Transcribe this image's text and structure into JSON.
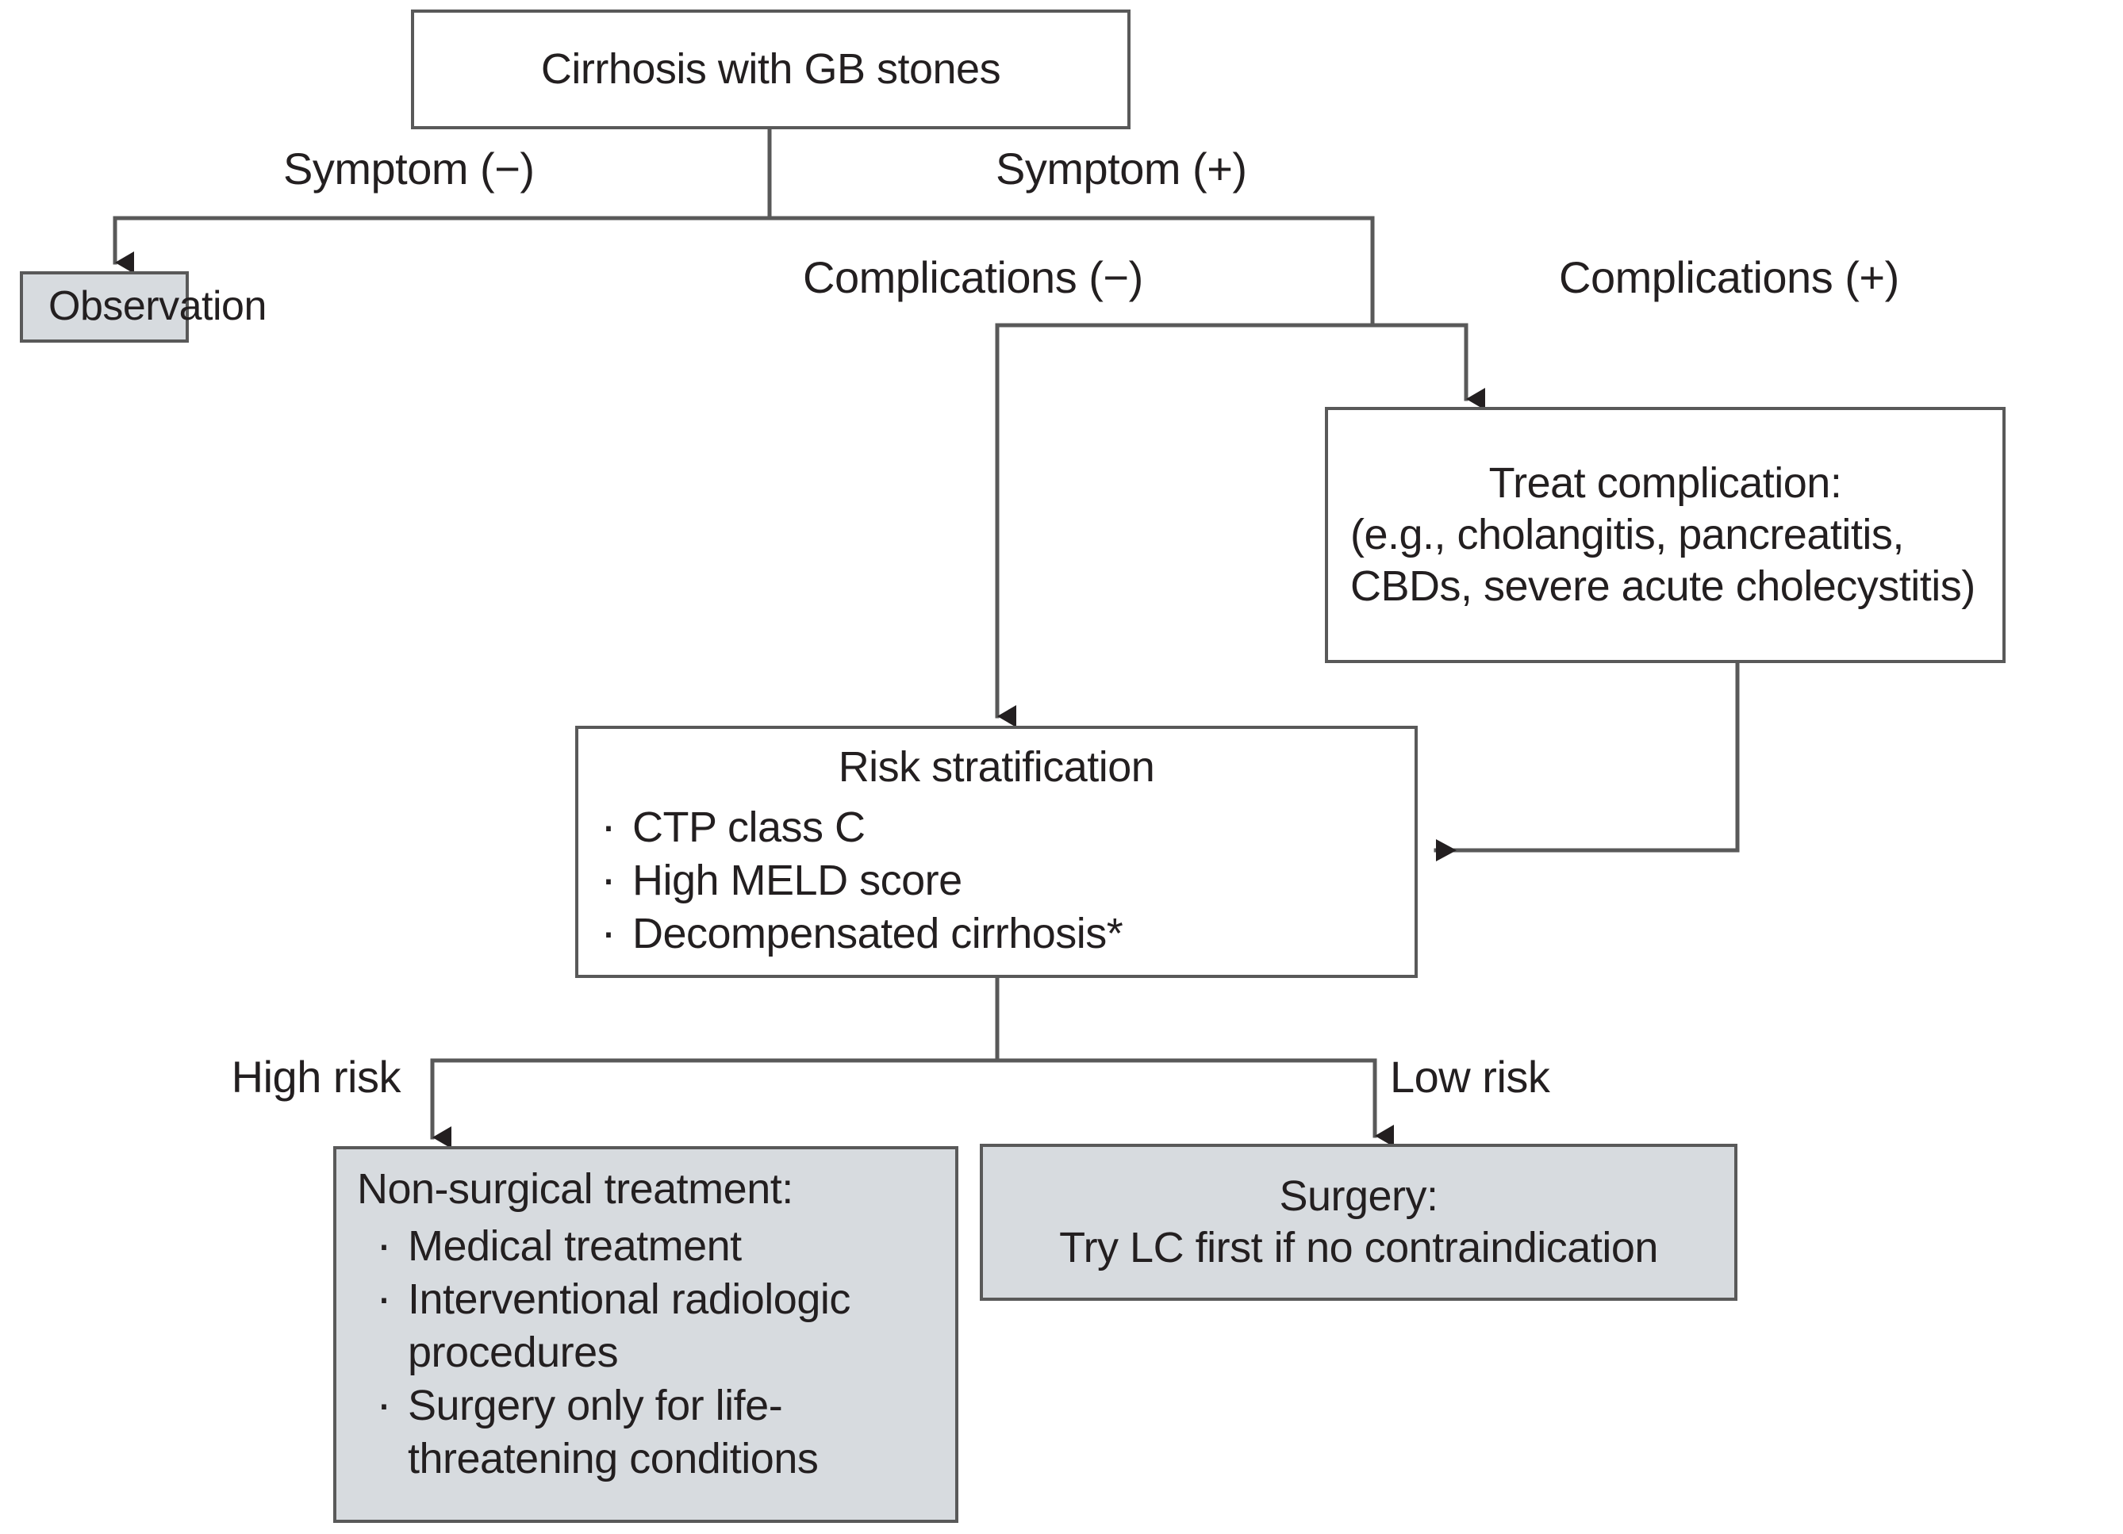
{
  "diagram": {
    "title": "Management algorithm for cirrhosis with gallbladder stones",
    "nodes": {
      "root": {
        "label": "Cirrhosis with GB stones"
      },
      "observation": {
        "label": "Observation"
      },
      "treat_complication": {
        "title": "Treat complication:",
        "line1": "(e.g., cholangitis, pancreatitis,",
        "line2": "CBDs, severe acute cholecystitis)"
      },
      "risk_stratification": {
        "title": "Risk stratification",
        "bullets": [
          "CTP class C",
          "High MELD score",
          "Decompensated cirrhosis*"
        ]
      },
      "non_surgical": {
        "title": "Non-surgical treatment:",
        "bullets": [
          "Medical treatment",
          "Interventional radiologic procedures",
          "Surgery only for life-threatening conditions"
        ],
        "bullet_lines": [
          [
            "Medical treatment"
          ],
          [
            "Interventional radiologic",
            "procedures"
          ],
          [
            "Surgery only for life-",
            "threatening conditions"
          ]
        ]
      },
      "surgery": {
        "title": "Surgery:",
        "line1": "Try LC first if no contraindication"
      }
    },
    "edge_labels": {
      "symptom_negative": "Symptom (−)",
      "symptom_positive": "Symptom (+)",
      "complications_negative": "Complications (−)",
      "complications_positive": "Complications (+)",
      "high_risk": "High risk",
      "low_risk": "Low risk"
    },
    "colors": {
      "border": "#595959",
      "shaded_fill": "#d7dbdf",
      "plain_fill": "#ffffff",
      "text": "#231f20",
      "connector": "#595959"
    }
  }
}
